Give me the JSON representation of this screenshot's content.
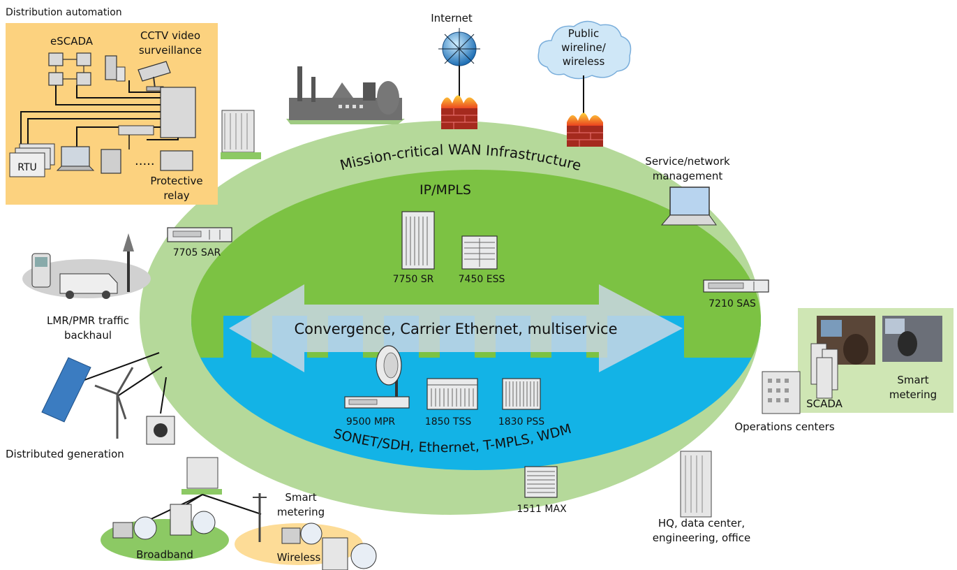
{
  "colors": {
    "outer_ring": "#b5d99a",
    "ip_mpls": "#7cc243",
    "optical": "#13b3e6",
    "distribution_panel": "#fcd27f",
    "wireless_zone": "#fddc97",
    "broadband_zone": "#8cc964",
    "smart_panel": "#cfe6b4",
    "arrow": "#c9d6e4"
  },
  "labels": {
    "distribution_automation": "Distribution automation",
    "escada": "eSCADA",
    "cctv_line1": "CCTV video",
    "cctv_line2": "surveillance",
    "rtu": "RTU",
    "protective_line1": "Protective",
    "protective_line2": "relay",
    "internet": "Internet",
    "public_line1": "Public",
    "public_line2": "wireline/",
    "public_line3": "wireless",
    "wan_arc": "Mission-critical WAN Infrastructure",
    "ip_mpls": "IP/MPLS",
    "sar_7705": "7705 SAR",
    "sr_7750": "7750 SR",
    "ess_7450": "7450 ESS",
    "sas_7210": "7210 SAS",
    "service_line1": "Service/network",
    "service_line2": "management",
    "convergence": "Convergence, Carrier Ethernet, multiservice",
    "mpr_9500": "9500 MPR",
    "tss_1850": "1850 TSS",
    "pss_1830": "1830 PSS",
    "optical_arc": "SONET/SDH, Ethernet, T-MPLS, WDM",
    "max_1511": "1511 MAX",
    "lmr_line1": "LMR/PMR traffic",
    "lmr_line2": "backhaul",
    "distributed_generation": "Distributed generation",
    "smart_metering_line1": "Smart",
    "smart_metering_line2": "metering",
    "broadband": "Broadband",
    "wireless": "Wireless",
    "scada": "SCADA",
    "smart_panel_line1": "Smart",
    "smart_panel_line2": "metering",
    "operations_centers": "Operations centers",
    "hq_line1": "HQ, data center,",
    "hq_line2": "engineering, office"
  }
}
